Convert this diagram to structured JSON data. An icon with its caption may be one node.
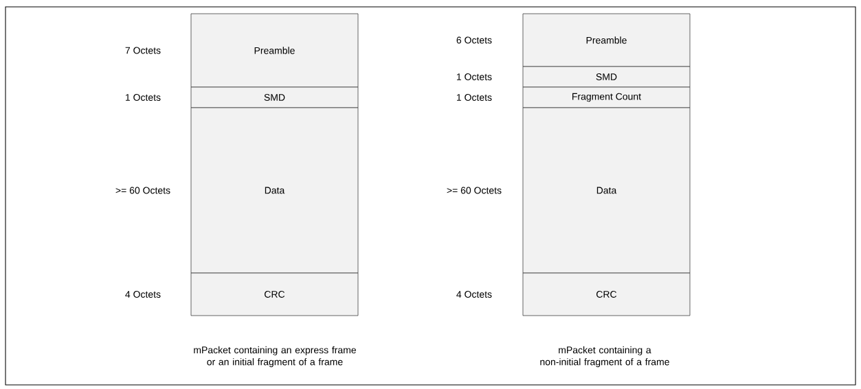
{
  "diagram": {
    "nodes": [
      {
        "text": [
          "Preamble"
        ],
        "beside": [
          "7 Octets"
        ]
      },
      {
        "text": [
          "SMD"
        ],
        "beside": [
          "1 Octets"
        ]
      },
      {
        "text": [
          "Data"
        ],
        "beside": [
          ">= 60 Octets"
        ]
      },
      {
        "text": [
          "CRC"
        ],
        "beside": [
          "4 Octets"
        ]
      },
      {
        "text": [
          "Preamble"
        ],
        "beside": [
          "6 Octets"
        ]
      },
      {
        "text": [
          "SMD"
        ],
        "beside": [
          "1 Octets"
        ]
      },
      {
        "text": [
          "Fragment Count"
        ],
        "beside": [
          "1 Octets"
        ]
      },
      {
        "text": [
          "Data"
        ],
        "beside": [
          ">= 60 Octets"
        ]
      },
      {
        "text": [
          "CRC"
        ],
        "beside": [
          "4 Octets"
        ]
      }
    ],
    "labels": [
      "mPacket containing an express frame or an initial fragment of a frame",
      "mPacket containing a non-initial fragment of a frame"
    ]
  }
}
